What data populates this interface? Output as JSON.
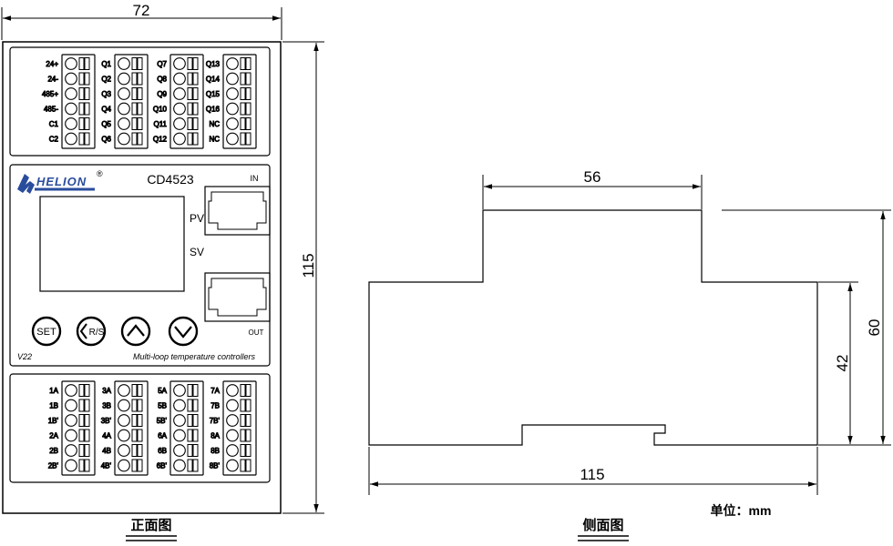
{
  "front": {
    "width_dim": "72",
    "height_dim": "115",
    "brand": "HELION",
    "registered": "®",
    "model": "CD4523",
    "port_in": "IN",
    "port_out": "OUT",
    "pv": "PV",
    "sv": "SV",
    "buttons": [
      "SET",
      "R/S"
    ],
    "version": "V22",
    "tagline": "Multi-loop temperature controllers",
    "top_terminal_labels": [
      [
        "24+",
        "24-",
        "485+",
        "485-",
        "C1",
        "C2"
      ],
      [
        "Q1",
        "Q2",
        "Q3",
        "Q4",
        "Q5",
        "Q6"
      ],
      [
        "Q7",
        "Q8",
        "Q9",
        "Q10",
        "Q11",
        "Q12"
      ],
      [
        "Q13",
        "Q14",
        "Q15",
        "Q16",
        "NC",
        "NC"
      ]
    ],
    "bottom_terminal_labels": [
      [
        "1A",
        "1B",
        "1B'",
        "2A",
        "2B",
        "2B'"
      ],
      [
        "3A",
        "3B",
        "3B'",
        "4A",
        "4B",
        "4B'"
      ],
      [
        "5A",
        "5B",
        "5B'",
        "6A",
        "6B",
        "6B'"
      ],
      [
        "7A",
        "7B",
        "7B'",
        "8A",
        "8B",
        "8B'"
      ]
    ],
    "caption": "正面图"
  },
  "side": {
    "top_width_dim": "56",
    "total_width_dim": "115",
    "height_dim": "60",
    "body_height_dim": "42",
    "caption": "侧面图",
    "unit": "单位：mm"
  }
}
